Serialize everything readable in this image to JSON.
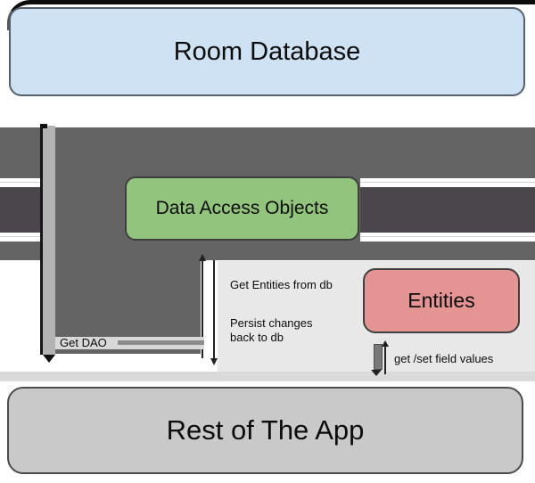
{
  "diagram": {
    "title": "Room Database architecture diagram",
    "nodes": {
      "room_database": {
        "label": "Room Database",
        "fill": "#cfe2f3"
      },
      "data_access_objects": {
        "label": "Data Access Objects",
        "fill": "#93c47d"
      },
      "entities": {
        "label": "Entities",
        "fill": "#e59494"
      },
      "rest_of_app": {
        "label": "Rest of The App",
        "fill": "#c9c9c9"
      }
    },
    "edges": {
      "get_dao": {
        "label": "Get DAO"
      },
      "get_entities": {
        "label": "Get Entities from db"
      },
      "persist_changes": {
        "label": "Persist changes back to db"
      },
      "get_set_fields": {
        "label": "get /set field values"
      }
    },
    "colors": {
      "band_medium_gray": "#646464",
      "band_dark_gray": "#4a464c",
      "vertical_bar_gray": "#b3b3b3",
      "panel_light_gray": "#e8e8e8",
      "bottom_strip_gray": "#dadada",
      "top_border_black": "#0c0c0c"
    }
  }
}
